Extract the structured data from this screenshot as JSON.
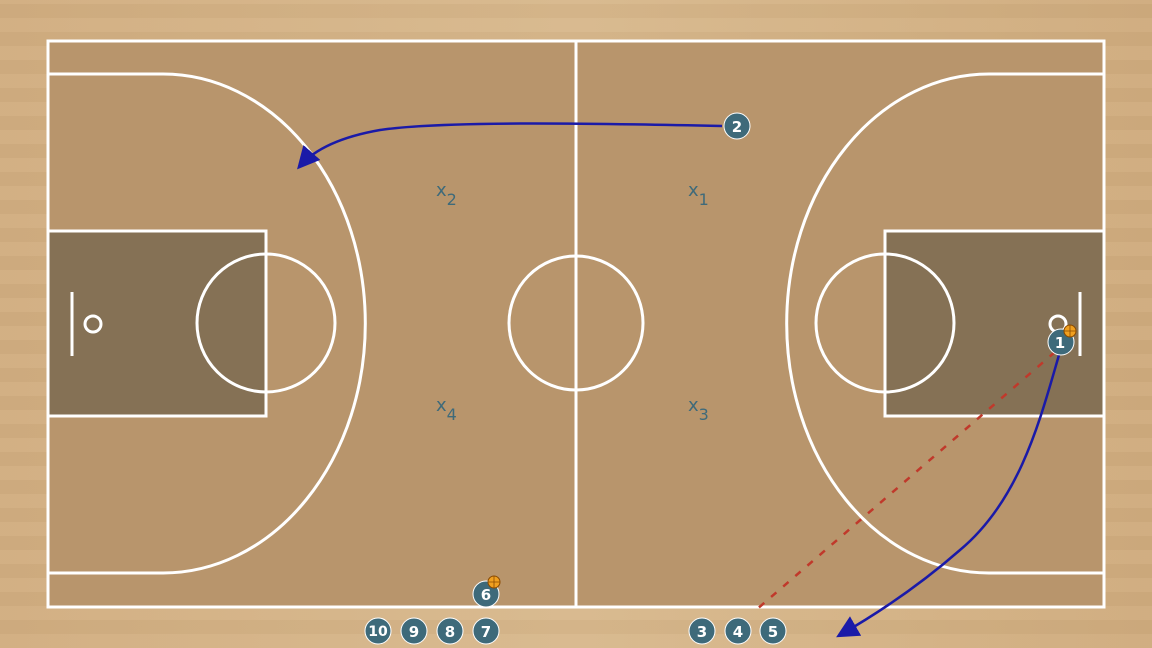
{
  "court": {
    "colors": {
      "floor_outer": "#d6b486",
      "court_floor": "#b8956c",
      "paint": "#857155",
      "lines": "#ffffff",
      "player_fill": "#3e6a7a",
      "move_path": "#1a1aa8",
      "pass_path": "#c0392b",
      "ball": "#f0a020"
    }
  },
  "offense": {
    "on_court": [
      {
        "id": "p1",
        "label": "1",
        "has_ball": true
      },
      {
        "id": "p2",
        "label": "2",
        "has_ball": false
      },
      {
        "id": "p6",
        "label": "6",
        "has_ball": true
      }
    ],
    "bench_left": [
      "10",
      "9",
      "8",
      "7"
    ],
    "bench_right": [
      "3",
      "4",
      "5"
    ]
  },
  "defense": [
    {
      "id": "x1",
      "base": "x",
      "sub": "1"
    },
    {
      "id": "x2",
      "base": "x",
      "sub": "2"
    },
    {
      "id": "x3",
      "base": "x",
      "sub": "3"
    },
    {
      "id": "x4",
      "base": "x",
      "sub": "4"
    }
  ],
  "actions": [
    {
      "id": "cut-2",
      "type": "move",
      "from": "2",
      "to": "left wing"
    },
    {
      "id": "cut-1",
      "type": "move",
      "from": "1",
      "to": "right corner"
    },
    {
      "id": "pass-1-4",
      "type": "pass",
      "from": "1",
      "to": "4"
    }
  ]
}
